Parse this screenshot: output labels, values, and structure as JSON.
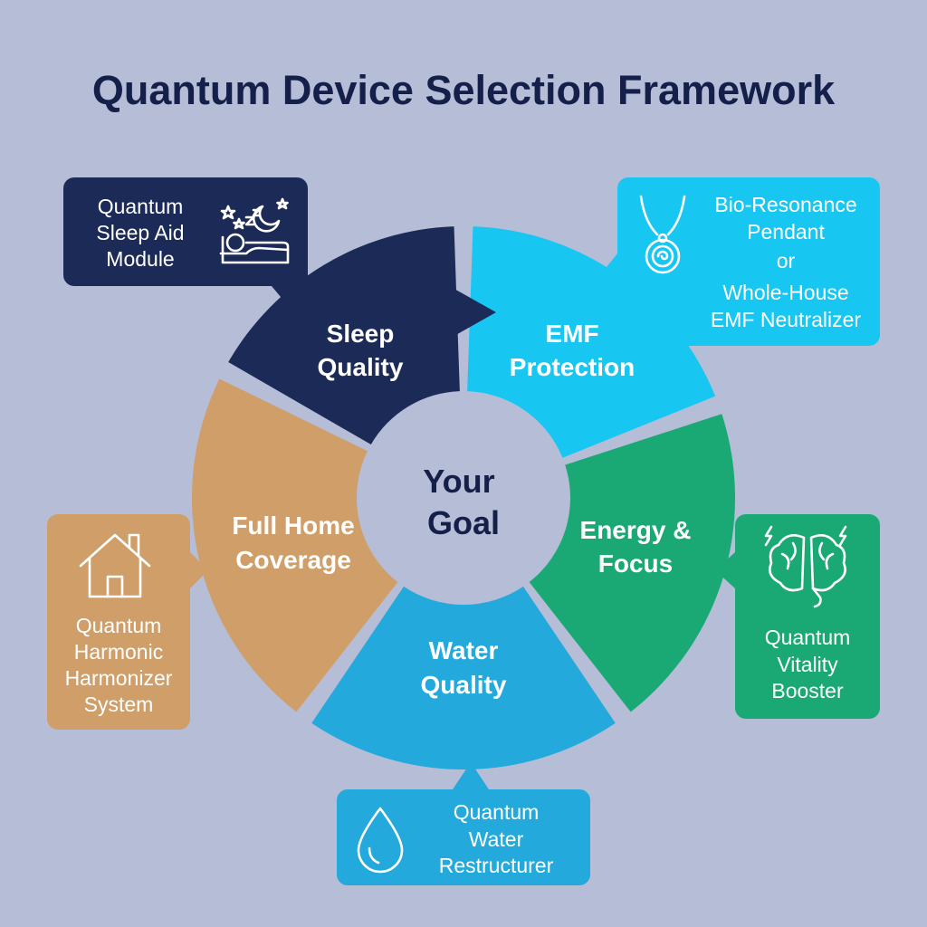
{
  "title": "Quantum Device Selection Framework",
  "center": {
    "lines": [
      "Your",
      "Goal"
    ]
  },
  "colors": {
    "background": "#b6bdd6",
    "title": "#141f4a",
    "navy": "#1c2a58",
    "cyan": "#18c6f2",
    "green": "#1aa874",
    "blue": "#24a9dc",
    "tan": "#cf9e69",
    "text_light": "#ffffff",
    "text_dark": "#141f4a"
  },
  "segments": [
    {
      "id": "sleep-quality",
      "lines": [
        "Sleep",
        "Quality"
      ],
      "color": "#1c2a58",
      "text_color": "#ffffff"
    },
    {
      "id": "emf-protection",
      "lines": [
        "EMF",
        "Protection"
      ],
      "color": "#18c6f2",
      "text_color": "#ffffff"
    },
    {
      "id": "energy-focus",
      "lines": [
        "Energy &",
        "Focus"
      ],
      "color": "#1aa874",
      "text_color": "#ffffff"
    },
    {
      "id": "water-quality",
      "lines": [
        "Water",
        "Quality"
      ],
      "color": "#24a9dc",
      "text_color": "#ffffff"
    },
    {
      "id": "full-home-coverage",
      "lines": [
        "Full Home",
        "Coverage"
      ],
      "color": "#cf9e69",
      "text_color": "#ffffff"
    }
  ],
  "cards": [
    {
      "id": "sleep-aid",
      "lines": [
        "Quantum",
        "Sleep Aid",
        "Module"
      ],
      "icon": "sleeping-person-icon",
      "color": "#1c2a58"
    },
    {
      "id": "emf",
      "lines": [
        "Bio-Resonance",
        "Pendant",
        "or",
        "Whole-House",
        "EMF Neutralizer"
      ],
      "icon": "pendant-icon",
      "color": "#18c6f2"
    },
    {
      "id": "vitality",
      "lines": [
        "Quantum",
        "Vitality",
        "Booster"
      ],
      "icon": "brain-icon",
      "color": "#1aa874"
    },
    {
      "id": "water",
      "lines": [
        "Quantum",
        "Water",
        "Restructurer"
      ],
      "icon": "water-drop-icon",
      "color": "#24a9dc"
    },
    {
      "id": "home",
      "lines": [
        "Quantum",
        "Harmonic",
        "Harmonizer",
        "System"
      ],
      "icon": "house-icon",
      "color": "#cf9e69"
    }
  ]
}
